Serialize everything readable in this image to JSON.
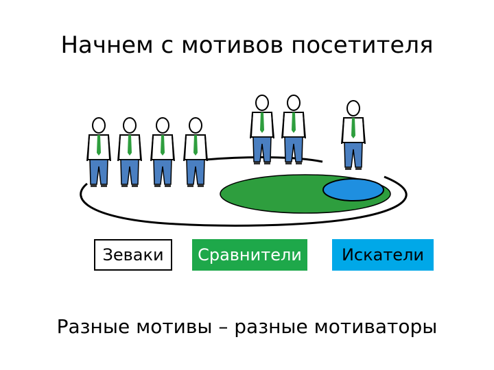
{
  "title": "Начнем с мотивов посетителя",
  "categories": [
    {
      "label": "Зеваки",
      "color": "#ffffff",
      "text_color": "#000000",
      "people_count": 4
    },
    {
      "label": "Сравнители",
      "color": "#1ea84a",
      "text_color": "#ffffff",
      "people_count": 2
    },
    {
      "label": "Искатели",
      "color": "#00a8e8",
      "text_color": "#000000",
      "people_count": 1
    }
  ],
  "footer": "Разные мотивы – разные мотиваторы",
  "colors": {
    "tie": "#2e9e3e",
    "shirt": "#ffffff",
    "jeans": "#4a7fc1",
    "outline": "#000000"
  },
  "icons": [
    "person-icon",
    "green-ellipse-icon",
    "blue-ellipse-icon"
  ]
}
